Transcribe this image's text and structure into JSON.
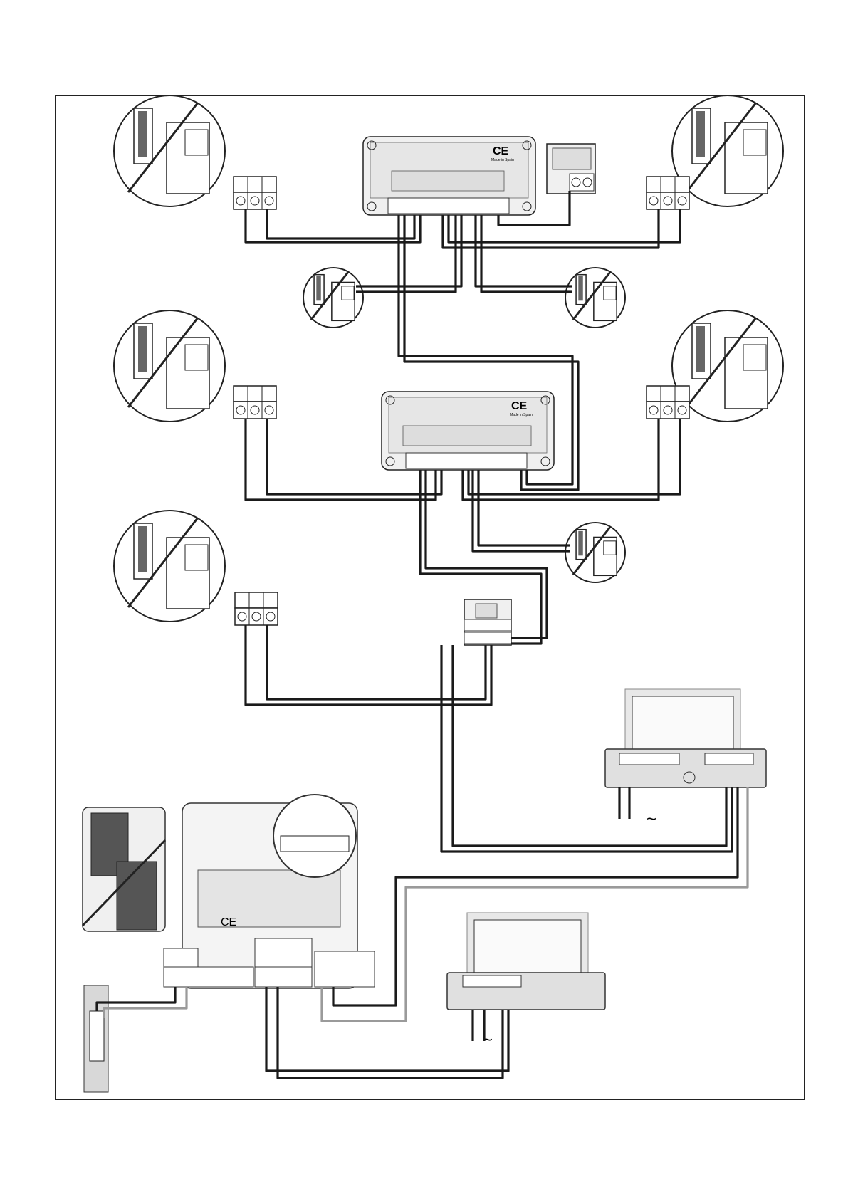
{
  "diagram": {
    "type": "intercom wiring diagram",
    "markings": {
      "ce": "CE",
      "made_in": "Made in Spain",
      "ac_symbol": "~",
      "plus": "+",
      "minus": "−"
    },
    "colors": {
      "wire": "#1a1a1a",
      "wire_grey": "#9a9a9a",
      "device_fill": "#f0f0f0",
      "device_dark": "#d8d8d8",
      "frame": "#222222"
    }
  }
}
